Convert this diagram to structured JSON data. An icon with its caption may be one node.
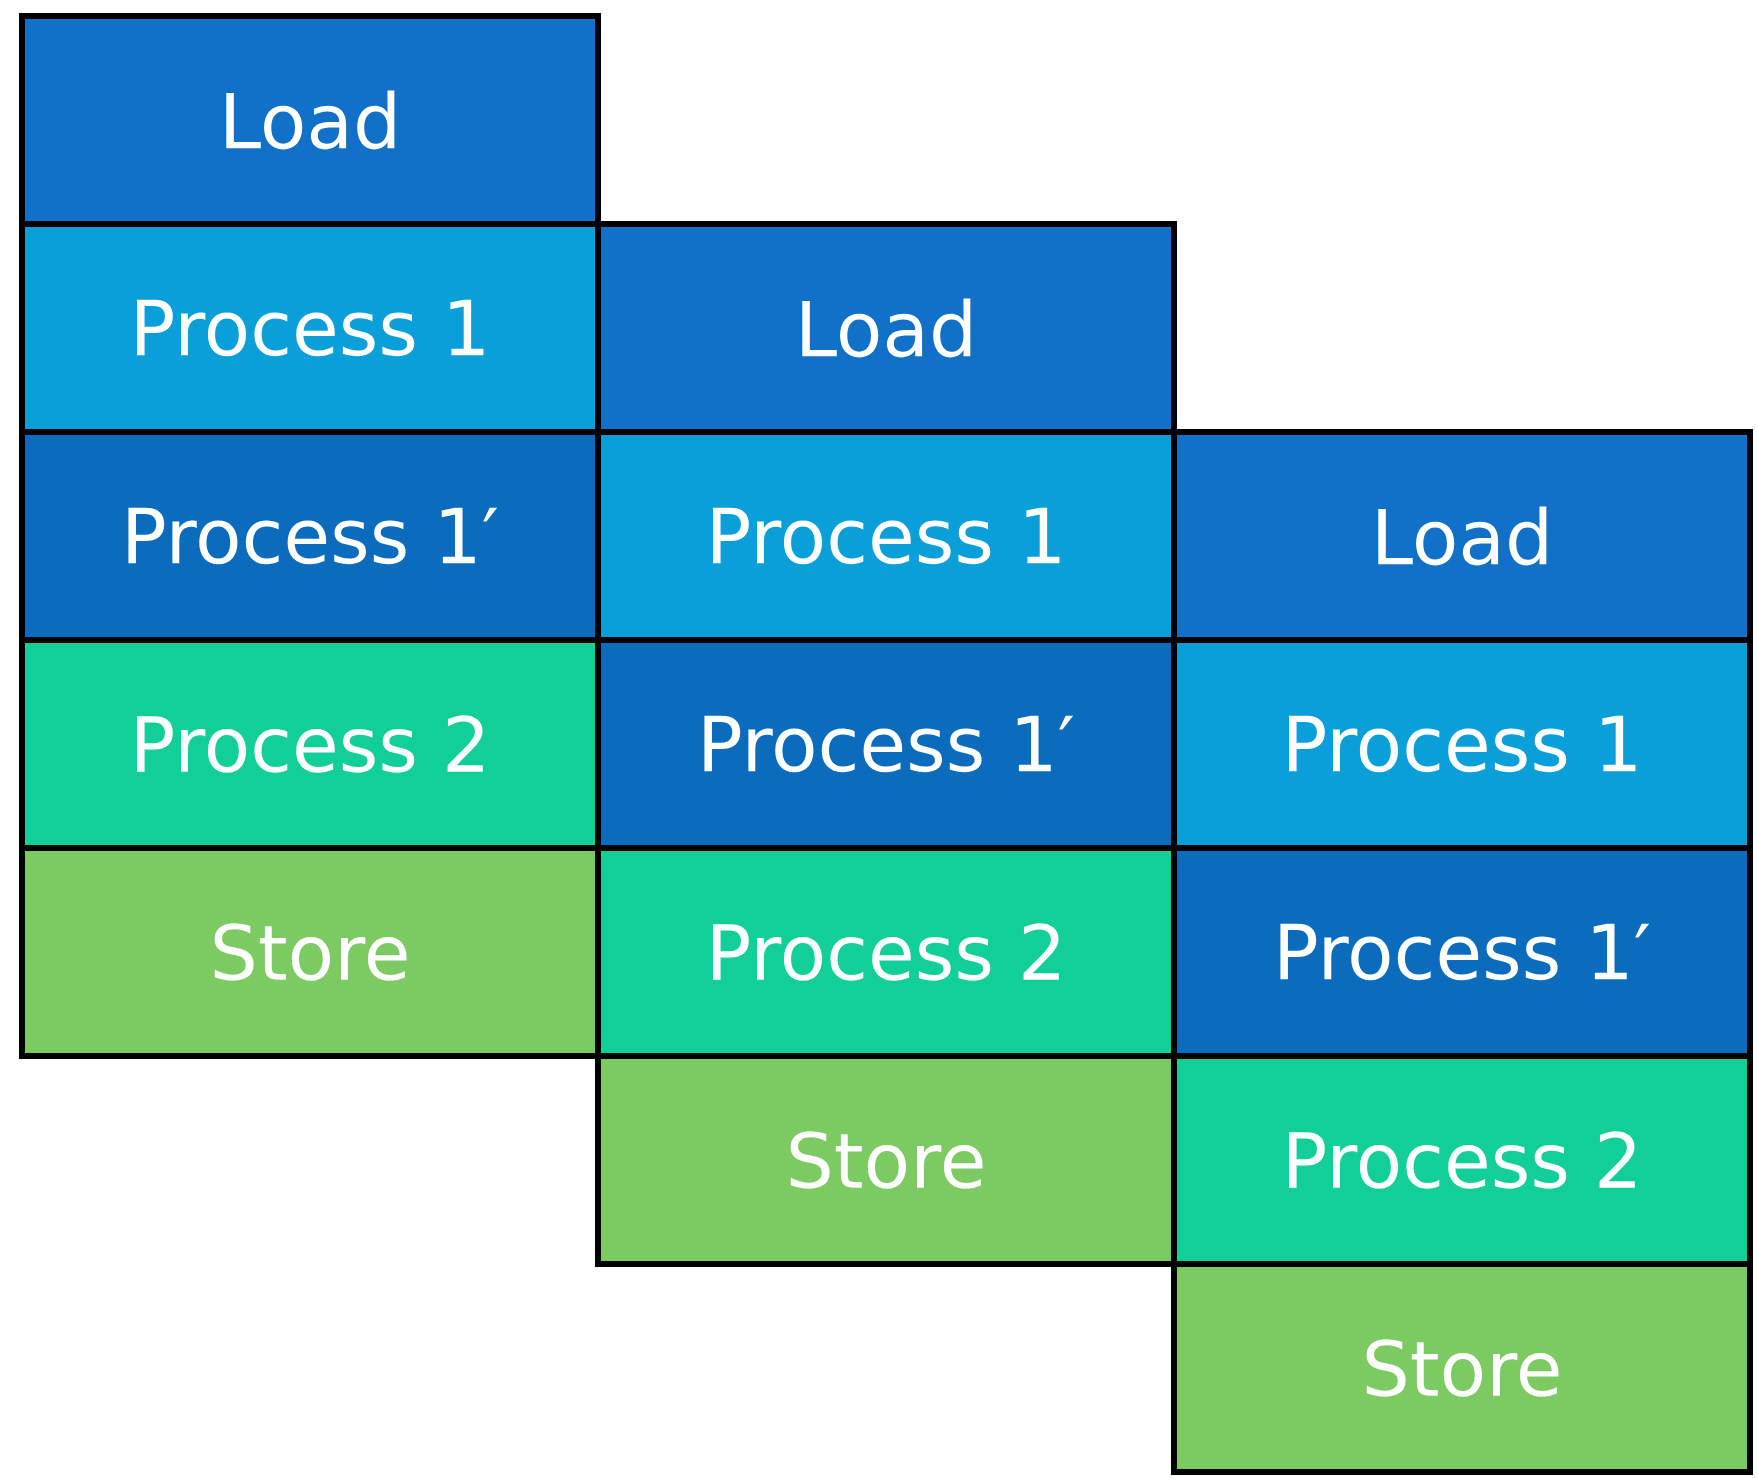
{
  "diagram": {
    "nodes": [
      {
        "text": [
          "Load"
        ]
      },
      {
        "text": [
          "Process 1"
        ]
      },
      {
        "text": [
          "Process 1′"
        ]
      },
      {
        "text": [
          "Process 2"
        ]
      },
      {
        "text": [
          "Store"
        ]
      },
      {
        "text": [
          "Load"
        ]
      },
      {
        "text": [
          "Process 1"
        ]
      },
      {
        "text": [
          "Process 1′"
        ]
      },
      {
        "text": [
          "Process 2"
        ]
      },
      {
        "text": [
          "Store"
        ]
      },
      {
        "text": [
          "Load"
        ]
      },
      {
        "text": [
          "Process 1"
        ]
      },
      {
        "text": [
          "Process 1′"
        ]
      },
      {
        "text": [
          "Process 2"
        ]
      },
      {
        "text": [
          "Store"
        ]
      }
    ]
  }
}
